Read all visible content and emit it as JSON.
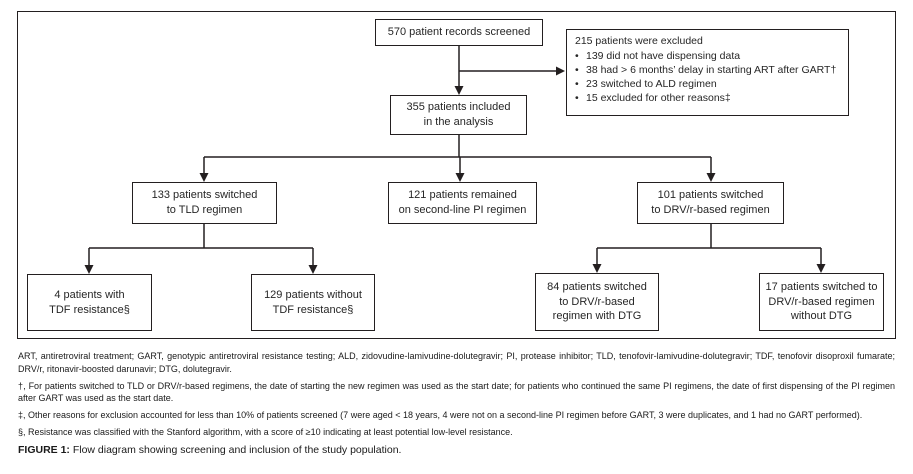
{
  "flow": {
    "screened": {
      "text": "570 patient records screened"
    },
    "excluded": {
      "title": "215 patients were excluded",
      "bullet": "•",
      "items": [
        "139 did not have dispensing data",
        "38 had > 6 months’ delay in starting ART after GART†",
        "23 switched to ALD regimen",
        "15 excluded for other reasons‡"
      ]
    },
    "included": {
      "text": "355 patients included\nin the analysis"
    },
    "tld": {
      "text": "133 patients switched\nto TLD regimen"
    },
    "pi": {
      "text": "121 patients remained\non second-line PI regimen"
    },
    "drvr": {
      "text": "101 patients switched\nto DRV/r-based regimen"
    },
    "tdf_resistance": {
      "text": "4 patients with\nTDF resistance§"
    },
    "tdf_no_resistance": {
      "text": "129 patients without\nTDF resistance§"
    },
    "dtg_with": {
      "text": "84 patients switched\nto DRV/r-based\nregimen with DTG"
    },
    "dtg_without": {
      "text": "17 patients switched to\nDRV/r-based regimen\nwithout DTG"
    }
  },
  "footnotes": {
    "abbreviations": "ART, antiretroviral treatment; GART, genotypic antiretroviral resistance testing; ALD, zidovudine-lamivudine-dolutegravir; PI, protease inhibitor; TLD, tenofovir-lamivudine-dolutegravir; TDF, tenofovir disoproxil fumarate; DRV/r, ritonavir-boosted darunavir; DTG, dolutegravir.",
    "dagger": "†, For patients switched to TLD or DRV/r-based regimens, the date of starting the new regimen was used as the start date; for patients who continued the same PI regimens, the date of first dispensing of the PI regimen after GART was used as the start date.",
    "double_dagger": "‡, Other reasons for exclusion accounted for less than 10% of patients screened (7 were aged < 18 years, 4 were not on a second-line PI regimen before GART, 3 were duplicates, and 1 had no GART performed).",
    "section": "§, Resistance was classified with the Stanford algorithm, with a score of ≥10 indicating at least potential low-level resistance."
  },
  "caption": {
    "label": "FIGURE 1:",
    "text": " Flow diagram showing screening and inclusion of the study population."
  },
  "colors": {
    "line": "#231f20",
    "text": "#262626",
    "background": "#ffffff"
  }
}
